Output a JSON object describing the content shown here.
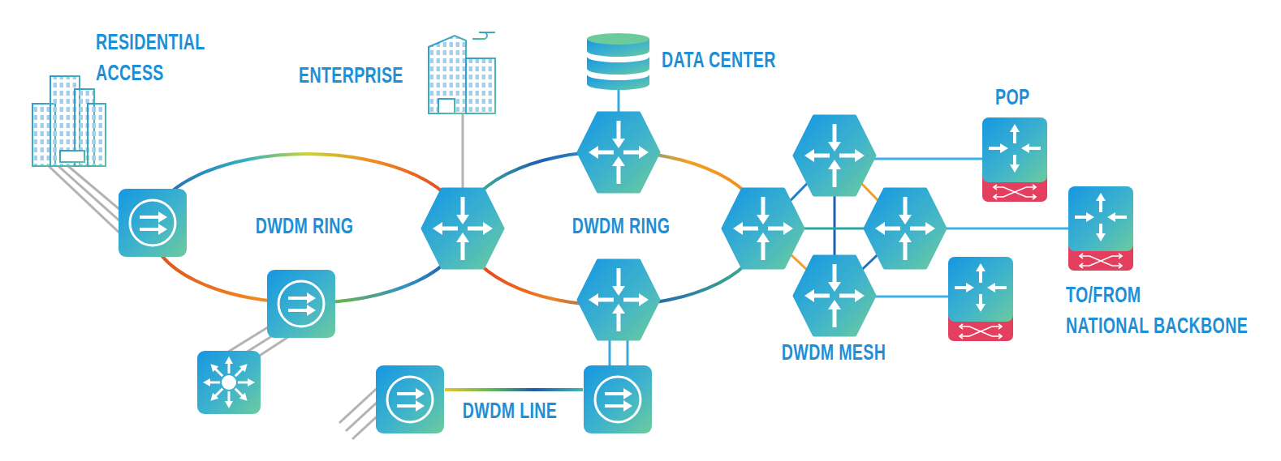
{
  "diagram": {
    "nodes": [
      {
        "text": [
          "RESIDENTIAL ACCESS"
        ]
      },
      {
        "text": [
          "ENTERPRISE"
        ]
      },
      {
        "text": [
          "DATA CENTER"
        ]
      },
      {
        "text": [
          "POP"
        ]
      },
      {
        "text": [
          "TO/FROM",
          "NATIONAL BACKBONE"
        ]
      }
    ],
    "labels": [
      "DWDM RING",
      "DWDM RING",
      "DWDM MESH",
      "DWDM LINE"
    ]
  }
}
